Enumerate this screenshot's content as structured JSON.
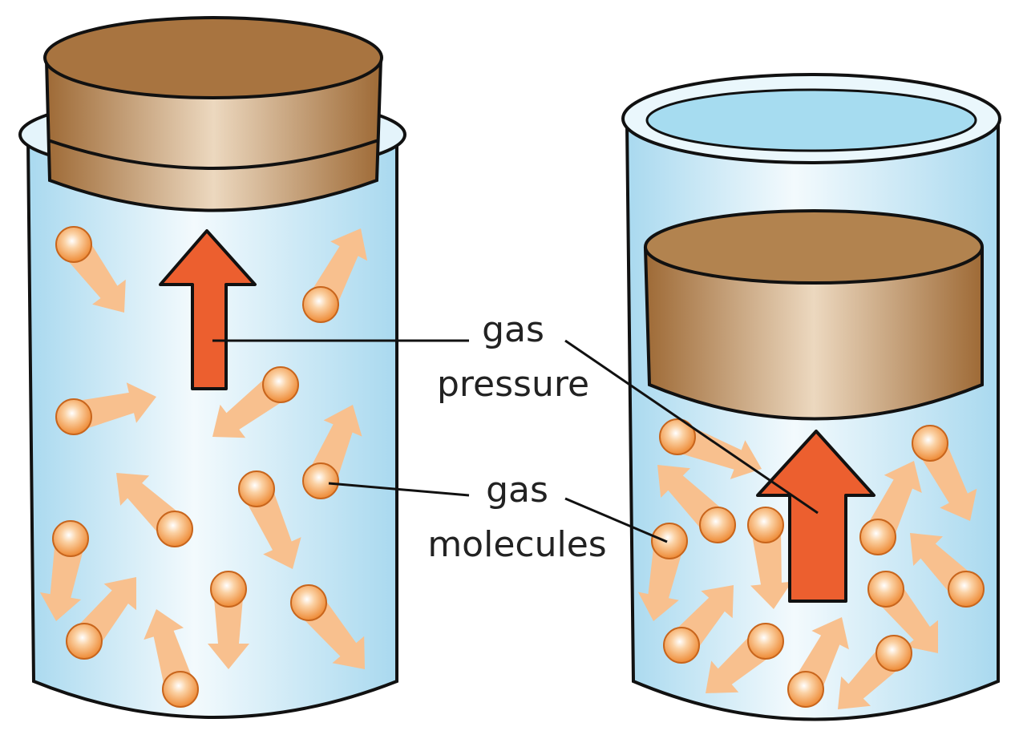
{
  "labels": {
    "pressure_line1": "gas",
    "pressure_line2": "pressure",
    "molecules_line1": "gas",
    "molecules_line2": "molecules"
  },
  "colors": {
    "glass": "#bfe3f3",
    "glass_light": "#f2fafd",
    "cork_dark": "#a8743f",
    "cork_light": "#ecd7bd",
    "arrow": "#ec5f2f",
    "molecule": "#f0913d",
    "tail": "#f8c08e"
  }
}
